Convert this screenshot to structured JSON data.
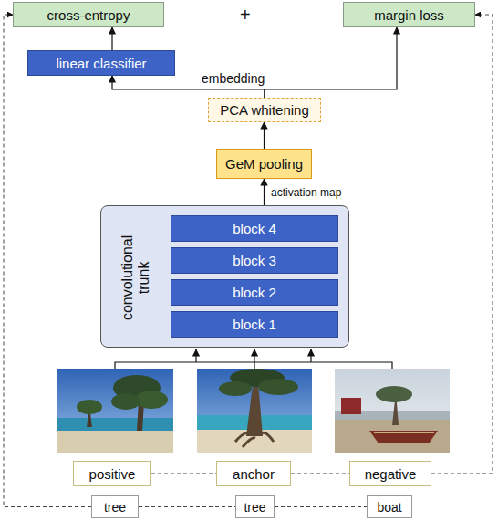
{
  "diagram": {
    "nodes": [
      {
        "text": [
          "cross-entropy"
        ]
      },
      {
        "text": [
          "margin loss"
        ]
      },
      {
        "text": [
          "linear classifier"
        ]
      },
      {
        "text": [
          "PCA whitening"
        ]
      },
      {
        "text": [
          "GeM pooling"
        ]
      },
      {
        "text": [
          "convolutional trunk"
        ]
      },
      {
        "text": [
          "block 4"
        ],
        "in": 5
      },
      {
        "text": [
          "block 3"
        ],
        "in": 5
      },
      {
        "text": [
          "block 2"
        ],
        "in": 5
      },
      {
        "text": [
          "block 1"
        ],
        "in": 5
      },
      {
        "text": [
          "positive"
        ]
      },
      {
        "text": [
          "anchor"
        ]
      },
      {
        "text": [
          "negative"
        ]
      },
      {
        "text": [
          "tree"
        ]
      },
      {
        "text": [
          "tree"
        ]
      },
      {
        "text": [
          "boat"
        ]
      }
    ],
    "edges": [
      {
        "from": 2,
        "to": 0,
        "arrow": "to"
      },
      {
        "from": 3,
        "to": 2,
        "arrow": "to"
      },
      {
        "from": 3,
        "to": 1,
        "arrow": "to"
      },
      {
        "from": 4,
        "to": 3,
        "arrow": "to"
      },
      {
        "from": 5,
        "to": 4,
        "arrow": "to"
      },
      {
        "from": 10,
        "to": 11,
        "arrow": "none"
      },
      {
        "from": 11,
        "to": 12,
        "arrow": "none"
      },
      {
        "from": 13,
        "to": 14,
        "arrow": "none"
      },
      {
        "from": 14,
        "to": 15,
        "arrow": "none"
      },
      {
        "from": 13,
        "to": 0,
        "arrow": "to"
      },
      {
        "from": 12,
        "to": 1,
        "arrow": "to"
      }
    ],
    "labels": [
      "+",
      "embedding",
      "activation map"
    ]
  }
}
